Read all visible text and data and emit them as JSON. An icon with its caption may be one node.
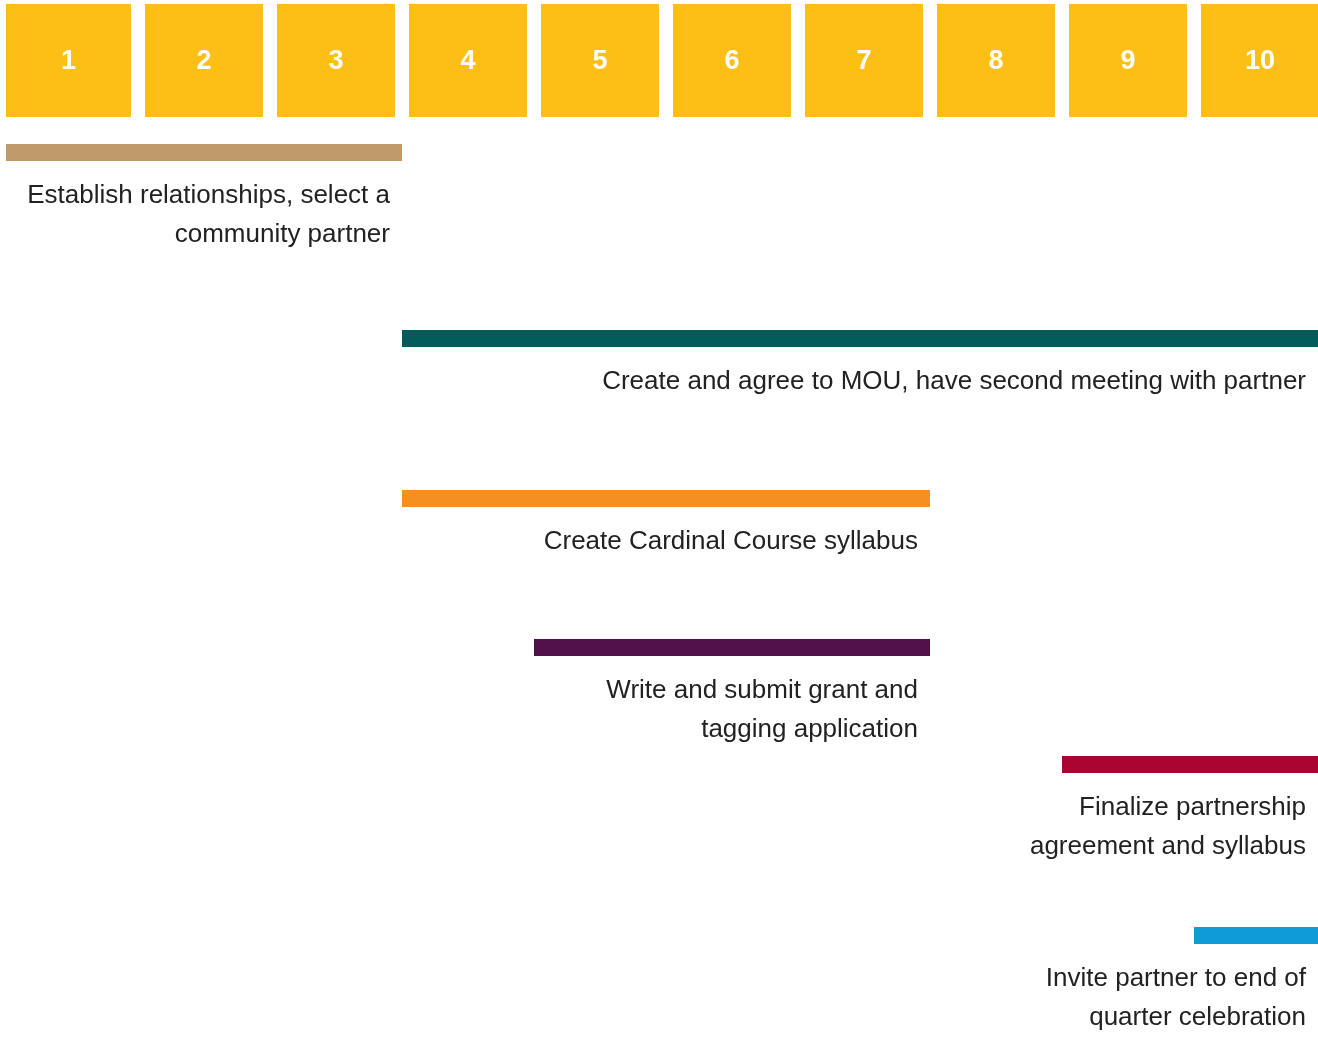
{
  "diagram": {
    "nodes": [
      {
        "text": [
          "1"
        ]
      },
      {
        "text": [
          "2"
        ]
      },
      {
        "text": [
          "3"
        ]
      },
      {
        "text": [
          "4"
        ]
      },
      {
        "text": [
          "5"
        ]
      },
      {
        "text": [
          "6"
        ]
      },
      {
        "text": [
          "7"
        ]
      },
      {
        "text": [
          "8"
        ]
      },
      {
        "text": [
          "9"
        ]
      },
      {
        "text": [
          "10"
        ]
      },
      {
        "text": [
          "Establish relationships, select a community partner"
        ]
      },
      {
        "text": [
          "Create and agree to MOU, have second meeting with partner"
        ]
      },
      {
        "text": [
          "Create Cardinal Course syllabus"
        ]
      },
      {
        "text": [
          "Write and submit grant and tagging application"
        ]
      },
      {
        "text": [
          "Finalize partnership agreement and syllabus"
        ]
      },
      {
        "text": [
          "Invite partner to end of quarter celebration"
        ]
      }
    ]
  }
}
